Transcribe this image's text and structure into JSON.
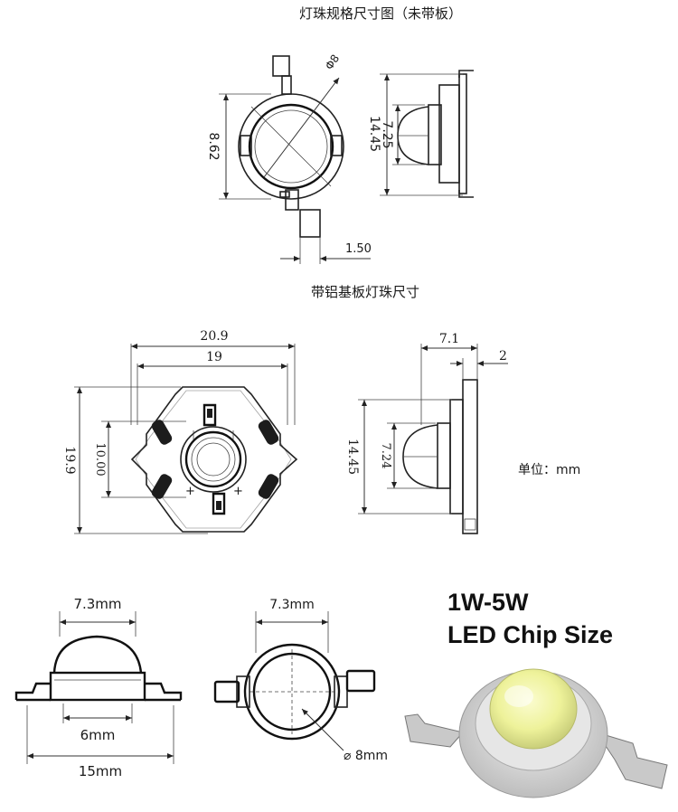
{
  "sections": {
    "top_title": "灯珠规格尺寸图（未带板）",
    "middle_title": "带铝基板灯珠尺寸",
    "unit_label": "单位：mm"
  },
  "top_dims": {
    "diameter": "Φ8",
    "height": "8.62",
    "total_length": "14.45",
    "lens_height": "7.25",
    "pin_width": "1.50"
  },
  "board_dims": {
    "board_width": "20.9",
    "inner_width": "19",
    "board_height": "19.9",
    "lens_zone": "10.00",
    "side_depth": "7.1",
    "pcb_thickness": "2",
    "side_length": "14.45",
    "side_lens": "7.24"
  },
  "bottom_dims": {
    "lens_width_a": "7.3mm",
    "base_width": "6mm",
    "total_width": "15mm",
    "lens_width_b": "7.3mm",
    "lens_diameter": "⌀ 8mm"
  },
  "promo": {
    "line1": "1W-5W",
    "line2": "LED Chip Size"
  },
  "colors": {
    "ink": "#1a1a1a",
    "pad": "#1c1c1c",
    "chip_body": "#d9d9d9",
    "chip_lens": "#f4f6a0"
  }
}
